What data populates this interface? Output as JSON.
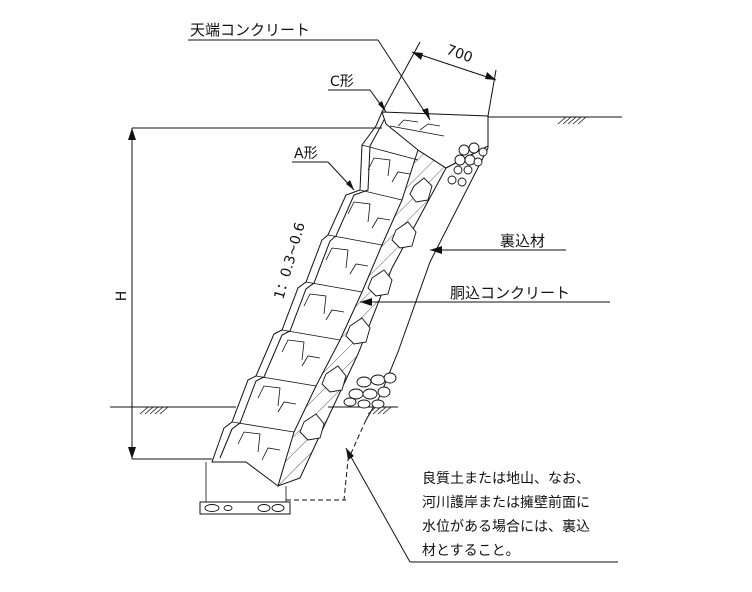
{
  "labels": {
    "crown_concrete": "天端コンクリート",
    "dim_700": "700",
    "block_c": "C形",
    "block_a": "A形",
    "slope_ratio": "1：0.3~0.6",
    "backfill": "裏込材",
    "body_concrete": "胴込コンクリート",
    "height": "H"
  },
  "note": {
    "lines": [
      "良質土または地山、なお、",
      "河川護岸または擁壁前面に",
      "水位がある場合には、裏込",
      "材とすること。"
    ]
  }
}
